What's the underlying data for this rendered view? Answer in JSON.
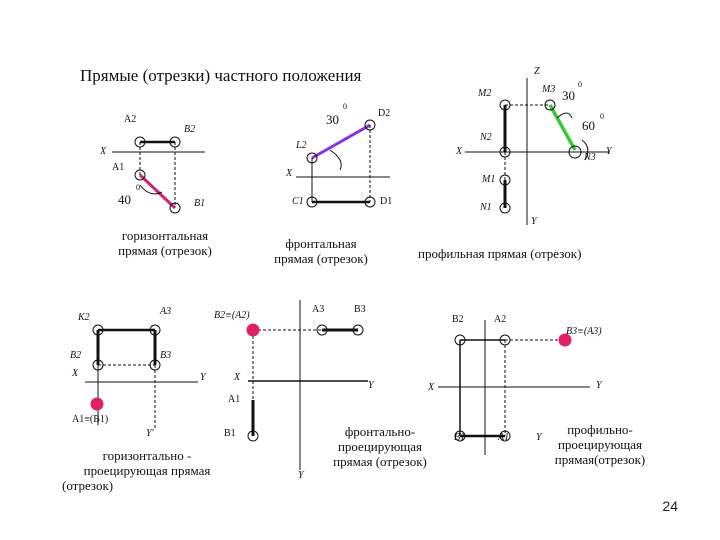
{
  "title": "Прямые (отрезки) частного положения",
  "page_number": "24",
  "colors": {
    "line": "#111111",
    "magenta": "#cc2277",
    "violet": "#8833dd",
    "green": "#33cc33",
    "point": "#dd2266"
  },
  "captions": {
    "horizontal": [
      "горизонтальная",
      "прямая (отрезок)"
    ],
    "frontal": [
      "фронтальная",
      "прямая (отрезок)"
    ],
    "profile": "профильная прямая (отрезок)",
    "horiz_proj": [
      "горизонтально -",
      "проецирующая прямая",
      "(отрезок)"
    ],
    "front_proj": [
      "фронтально-",
      "проецирующая",
      "прямая (отрезок)"
    ],
    "prof_proj": [
      "профильно-",
      "проецирующая",
      "прямая(отрезок)"
    ]
  },
  "labels": {
    "d1": {
      "a2": "A2",
      "b2": "B2",
      "x": "X",
      "a1": "A1",
      "b1": "B1",
      "angle": "40",
      "deg": "0"
    },
    "d2": {
      "d2": "D2",
      "l2": "L2",
      "x": "X",
      "c1": "C1",
      "d1": "D1",
      "angle": "30",
      "deg": "0"
    },
    "d3": {
      "z": "Z",
      "m2": "M2",
      "n3m3": "M3",
      "n2": "N2",
      "x": "X",
      "y": "Y",
      "n3": "N3",
      "m1": "M1",
      "n1": "N1",
      "y2": "Y",
      "angle1": "30",
      "angle2": "60",
      "deg": "0"
    },
    "d4": {
      "k2": "K2",
      "a3": "A3",
      "b2": "B2",
      "b3": "B3",
      "x": "X",
      "y": "Y",
      "a1b1": "A1≡(B1)",
      "y2": "Y'"
    },
    "d5": {
      "b2a2": "B2≡(A2)",
      "a3": "A3",
      "b3": "B3",
      "x": "X",
      "y": "Y",
      "a1": "A1",
      "b1": "B1",
      "y2": "Y"
    },
    "d6": {
      "b2": "B2",
      "a2": "A2",
      "b3a3": "B3≡(A3)",
      "x": "X",
      "y": "Y",
      "b1": "B1",
      "a1": "A1",
      "y2": "Y"
    }
  }
}
